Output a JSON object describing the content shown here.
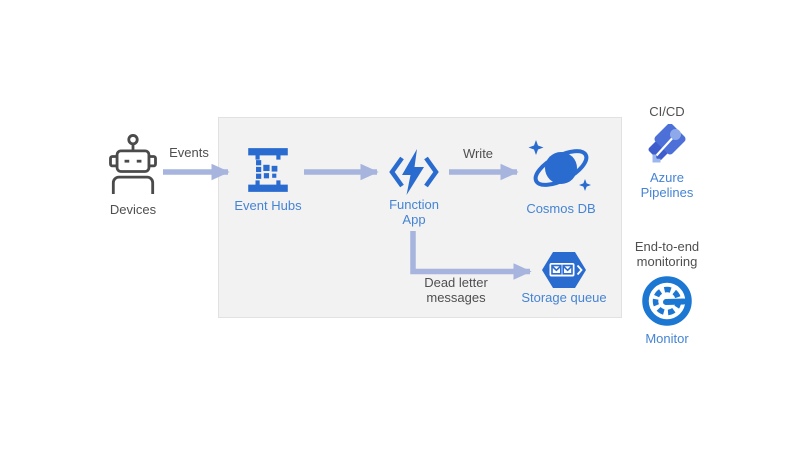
{
  "diagram": {
    "title_hint": "Azure serverless event processing architecture",
    "nodes": {
      "devices": {
        "label": "Devices"
      },
      "event_hubs": {
        "label": "Event Hubs"
      },
      "function_app": {
        "label": "Function App"
      },
      "cosmos_db": {
        "label": "Cosmos DB"
      },
      "storage_queue": {
        "label": "Storage queue"
      },
      "azure_pipelines": {
        "label": "Azure Pipelines",
        "annotation": "CI/CD"
      },
      "monitor": {
        "label": "Monitor",
        "annotation": "End-to-end monitoring"
      }
    },
    "edges": {
      "events": {
        "label": "Events"
      },
      "write": {
        "label": "Write"
      },
      "dead_letter": {
        "label": "Dead letter messages"
      }
    },
    "icons": {
      "devices": "robot-icon",
      "event_hubs": "event-hubs-icon",
      "function_app": "function-app-lightning-icon",
      "cosmos_db": "cosmos-db-planet-icon",
      "storage_queue": "storage-queue-hexagon-icon",
      "azure_pipelines": "azure-pipelines-rocket-icon",
      "monitor": "monitor-gauge-icon"
    },
    "colors": {
      "icon_blue": "#2a6bd0",
      "monitor_blue": "#1b77d2",
      "label_blue": "#4584d4",
      "text_gray": "#4f4f4f",
      "arrow": "#a6b4de",
      "box_fill": "#f2f2f2",
      "box_border": "#e1e1e1",
      "pipelines_dark": "#3f5ecc",
      "pipelines_mid": "#4c6fd8",
      "pipelines_light": "#9db7ee"
    }
  }
}
